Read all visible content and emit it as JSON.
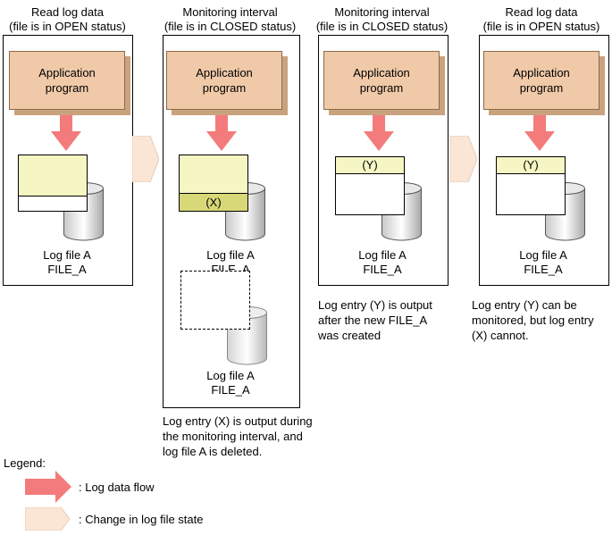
{
  "panels": [
    {
      "header": [
        "Read log data",
        "(file is in OPEN status)"
      ],
      "app_label": [
        "Application",
        "program"
      ],
      "entry": "",
      "file_label": [
        "Log file A",
        "FILE_A"
      ],
      "note": []
    },
    {
      "header": [
        "Monitoring interval",
        "(file is in CLOSED status)"
      ],
      "app_label": [
        "Application",
        "program"
      ],
      "entry": "(X)",
      "file_label": [
        "Log file A",
        "FILE_A"
      ],
      "deleted_label": [
        "Log file A",
        "FILE_A"
      ],
      "note": [
        "Log entry (X) is output during",
        "the monitoring interval, and",
        "log file A is deleted."
      ]
    },
    {
      "header": [
        "Monitoring interval",
        "(file is in CLOSED status)"
      ],
      "app_label": [
        "Application",
        "program"
      ],
      "entry": "(Y)",
      "file_label": [
        "Log file A",
        "FILE_A"
      ],
      "note": [
        "Log entry (Y) is output",
        "after the new FILE_A",
        "was created"
      ]
    },
    {
      "header": [
        "Read log data",
        "(file is in OPEN status)"
      ],
      "app_label": [
        "Application",
        "program"
      ],
      "entry": "(Y)",
      "file_label": [
        "Log file A",
        "FILE_A"
      ],
      "note": [
        "Log entry (Y) can be",
        "monitored, but log entry",
        "(X) cannot."
      ]
    }
  ],
  "legend": {
    "title": "Legend:",
    "flow_label": ": Log data flow",
    "state_label": ": Change in log file state"
  },
  "colors": {
    "flow_arrow": "#f47b7b",
    "state_arrow": "#fbe6d6",
    "app_box": "#f0c9a8",
    "file_fill": "#f6f6c4",
    "entry_x_fill": "#d8d878"
  }
}
